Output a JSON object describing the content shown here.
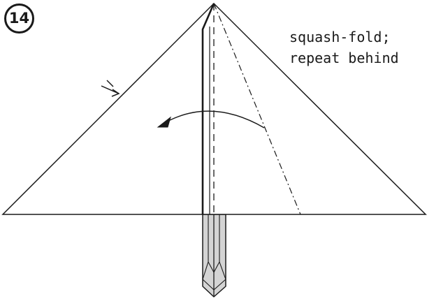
{
  "step": {
    "number": "14"
  },
  "instruction": {
    "line1": "squash-fold;",
    "line2": "repeat behind"
  },
  "colors": {
    "line": "#1a1a1a",
    "paper_back": "#d4d4d4",
    "paper_front": "#ffffff"
  },
  "icons": {
    "rotate_arrow": "curved-arrow-left",
    "crease_marker": "repeat-behind-arrow"
  }
}
